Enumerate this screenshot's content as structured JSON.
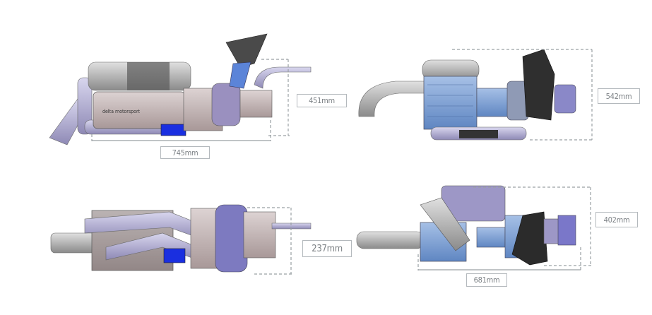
{
  "views": [
    {
      "name": "top-left",
      "dimensions": {
        "height": "451mm",
        "width": "745mm"
      },
      "logo": "delta motorsport"
    },
    {
      "name": "top-right",
      "dimensions": {
        "height": "542mm"
      }
    },
    {
      "name": "bottom-left",
      "dimensions": {
        "height": "237mm"
      }
    },
    {
      "name": "bottom-right",
      "dimensions": {
        "height": "402mm",
        "width": "681mm"
      }
    }
  ],
  "colors": {
    "lavender": "#b9b4d6",
    "blue": "#7a9fd0",
    "bright_blue": "#1a2fe0",
    "grey": "#9a9a9a",
    "dim_line": "#9aa0a4"
  }
}
